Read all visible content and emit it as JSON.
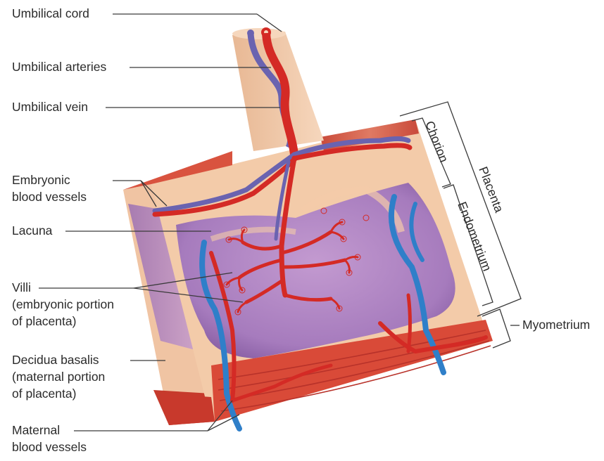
{
  "labels": {
    "umbilical_cord": "Umbilical cord",
    "umbilical_arteries": "Umbilical arteries",
    "umbilical_vein": "Umbilical vein",
    "embryonic_vessels_1": "Embryonic",
    "embryonic_vessels_2": "blood vessels",
    "lacuna": "Lacuna",
    "villi_1": "Villi",
    "villi_2": "(embryonic portion",
    "villi_3": "of placenta)",
    "decidua_1": "Decidua basalis",
    "decidua_2": "(maternal portion",
    "decidua_3": "of placenta)",
    "maternal_1": "Maternal",
    "maternal_2": "blood vessels",
    "chorion": "Chorion",
    "endometrium": "Endometrium",
    "placenta": "Placenta",
    "myometrium": "Myometrium"
  },
  "colors": {
    "tissue": "#f2c9a8",
    "muscle": "#d8402f",
    "lacuna": "#b98fc6",
    "artery": "#d42a25",
    "vein_blue": "#2f7fc9",
    "embryonic_vein": "#6a63b0",
    "leader": "#3a3a3a"
  }
}
